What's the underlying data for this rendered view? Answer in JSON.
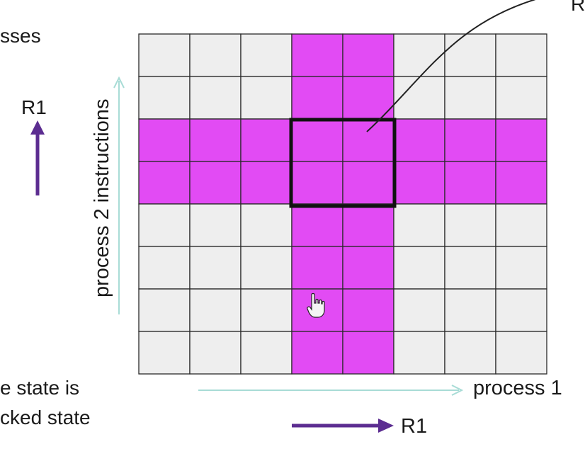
{
  "labels": {
    "top_left": "sses",
    "r1_left": "R1",
    "top_right": "R",
    "bottom_left_1": "e state is",
    "bottom_left_2": "cked state",
    "process1": "process 1",
    "process2": "process 2 instructions",
    "r1_bottom": "R1"
  },
  "grid": {
    "rows": 8,
    "cols": 8,
    "highlight_rows": [
      2,
      3
    ],
    "highlight_cols": [
      3,
      4
    ],
    "highlight_color": "#e24bf4",
    "cell_color": "#eeeeee",
    "line_color": "#2a2a2a"
  },
  "colors": {
    "arrow_purple": "#5c2d91",
    "arrow_cyan": "#a8dcd6",
    "box_outline": "#111111"
  },
  "icons": [
    "hand-pointer-icon"
  ]
}
